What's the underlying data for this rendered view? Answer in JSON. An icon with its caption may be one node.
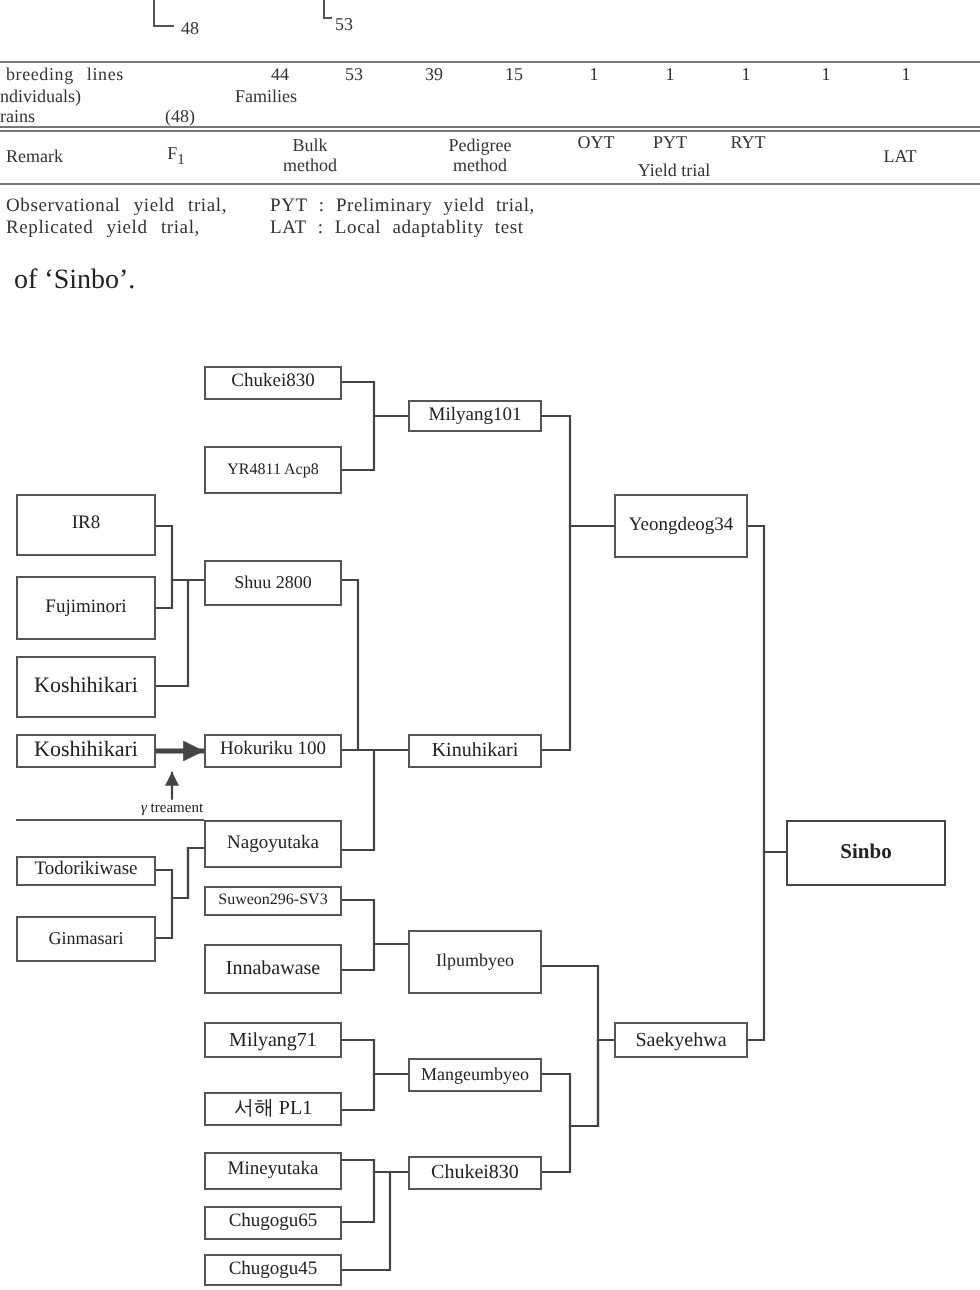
{
  "diagram": {
    "caption": "of ‘Sinbo’.",
    "nodes": [
      {
        "text": [
          "Chukei830"
        ]
      },
      {
        "text": [
          "Milyang101"
        ]
      },
      {
        "text": [
          "YR4811 Acp8"
        ]
      },
      {
        "text": [
          "IR8"
        ]
      },
      {
        "text": [
          "Yeongdeog34"
        ]
      },
      {
        "text": [
          "Fujiminori"
        ]
      },
      {
        "text": [
          "Shuu 2800"
        ]
      },
      {
        "text": [
          "Koshihikari"
        ]
      },
      {
        "text": [
          "Koshihikari"
        ]
      },
      {
        "text": [
          "Hokuriku 100"
        ]
      },
      {
        "text": [
          "Kinuhikari"
        ]
      },
      {
        "text": [
          "*γ* treament"
        ]
      },
      {
        "text": [
          "Nagoyutaka"
        ]
      },
      {
        "text": [
          "Todorikiwase"
        ]
      },
      {
        "text": [
          "Sinbo"
        ]
      },
      {
        "text": [
          "Suweon296-SV3"
        ]
      },
      {
        "text": [
          "Ginmasari"
        ]
      },
      {
        "text": [
          "Innabawase"
        ]
      },
      {
        "text": [
          "Ilpumbyeo"
        ]
      },
      {
        "text": [
          "Milyang71"
        ]
      },
      {
        "text": [
          "Saekyehwa"
        ]
      },
      {
        "text": [
          "Mangeumbyeo"
        ]
      },
      {
        "text": [
          "서해 PL1"
        ]
      },
      {
        "text": [
          "Mineyutaka"
        ]
      },
      {
        "text": [
          "Chukei830"
        ]
      },
      {
        "text": [
          "Chugogu65"
        ]
      },
      {
        "text": [
          "Chugogu45"
        ]
      }
    ],
    "edges": [
      {
        "from": 0,
        "to": 1,
        "arrow": "none"
      },
      {
        "from": 2,
        "to": 1,
        "arrow": "none"
      },
      {
        "from": 1,
        "to": 4,
        "arrow": "none"
      },
      {
        "from": 10,
        "to": 4,
        "arrow": "none"
      },
      {
        "from": 3,
        "to": 6,
        "arrow": "none"
      },
      {
        "from": 5,
        "to": 6,
        "arrow": "none"
      },
      {
        "from": 7,
        "to": 6,
        "arrow": "none"
      },
      {
        "from": 8,
        "to": 9,
        "arrow": "to",
        "style": "thick"
      },
      {
        "from": 11,
        "to": null,
        "arrow": "to"
      },
      {
        "from": 6,
        "to": 10,
        "arrow": "none"
      },
      {
        "from": 9,
        "to": 10,
        "arrow": "none"
      },
      {
        "from": 12,
        "to": 10,
        "arrow": "none"
      },
      {
        "from": 13,
        "to": 12,
        "arrow": "none"
      },
      {
        "from": 16,
        "to": 12,
        "arrow": "none"
      },
      {
        "from": 15,
        "to": 18,
        "arrow": "none"
      },
      {
        "from": 17,
        "to": 18,
        "arrow": "none"
      },
      {
        "from": 19,
        "to": 21,
        "arrow": "none"
      },
      {
        "from": 22,
        "to": 21,
        "arrow": "none"
      },
      {
        "from": 23,
        "to": 24,
        "arrow": "none"
      },
      {
        "from": 25,
        "to": 24,
        "arrow": "none"
      },
      {
        "from": 26,
        "to": 24,
        "arrow": "none"
      },
      {
        "from": 18,
        "to": 20,
        "arrow": "none"
      },
      {
        "from": 21,
        "to": 20,
        "arrow": "none"
      },
      {
        "from": 24,
        "to": 20,
        "arrow": "none"
      },
      {
        "from": 4,
        "to": 14,
        "arrow": "none"
      },
      {
        "from": 20,
        "to": 14,
        "arrow": "none"
      }
    ],
    "labels": [
      "48",
      "53",
      "breeding lines",
      "44",
      "53",
      "39",
      "15",
      "1",
      "1",
      "1",
      "1",
      "1",
      "ndividuals)",
      "Families",
      "rains",
      "(48)",
      "Remark",
      "F$_{1}$",
      "Bulk method",
      "Pedigree method",
      "OYT",
      "PYT",
      "RYT",
      "Yield trial",
      "LAT",
      "Observational yield trial,",
      "PYT : Preliminary yield trial,",
      "Replicated yield trial,",
      "LAT : Local adaptablity test"
    ]
  }
}
